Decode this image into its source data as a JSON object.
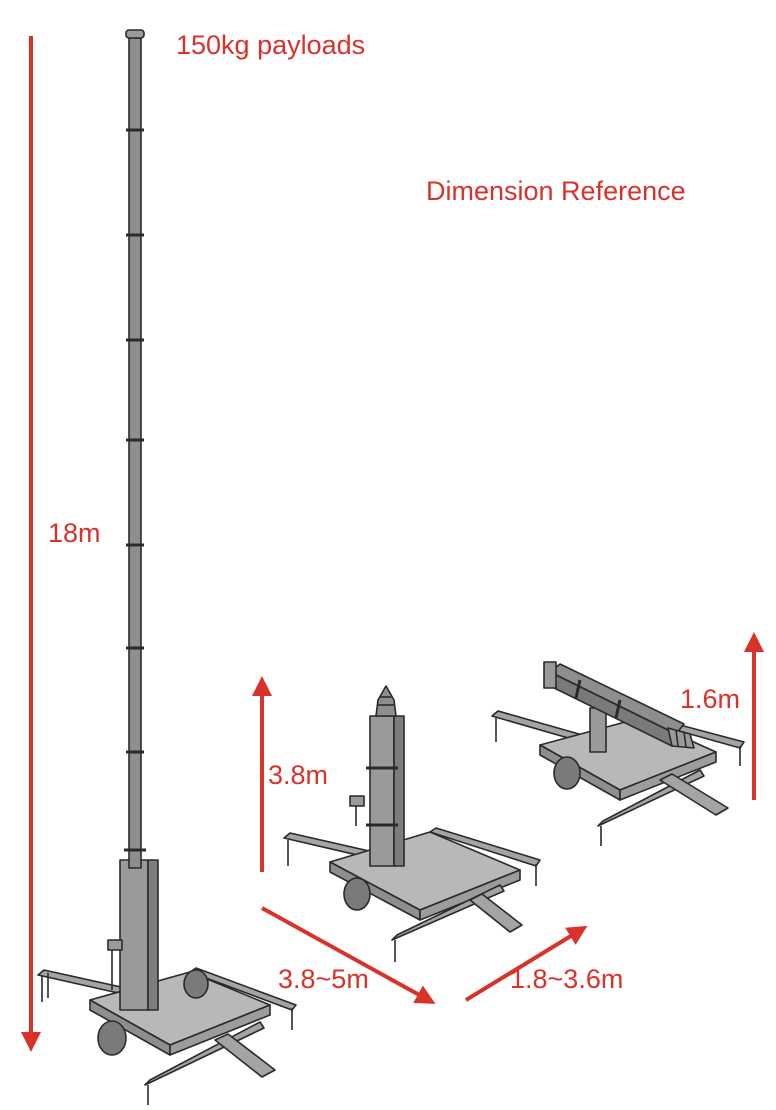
{
  "labels": {
    "payload": "150kg payloads",
    "reference": "Dimension Reference",
    "height_max": "18m",
    "height_mid": "3.8m",
    "height_min": "1.6m",
    "length": "3.8~5m",
    "width": "1.8~3.6m"
  },
  "colors": {
    "annotation": "#d9322b",
    "frame_fill": "#a4a4a4",
    "frame_stroke": "#2a2a2a",
    "deck_fill": "#b8b8b8",
    "mast_fill": "#8e8e8e"
  }
}
